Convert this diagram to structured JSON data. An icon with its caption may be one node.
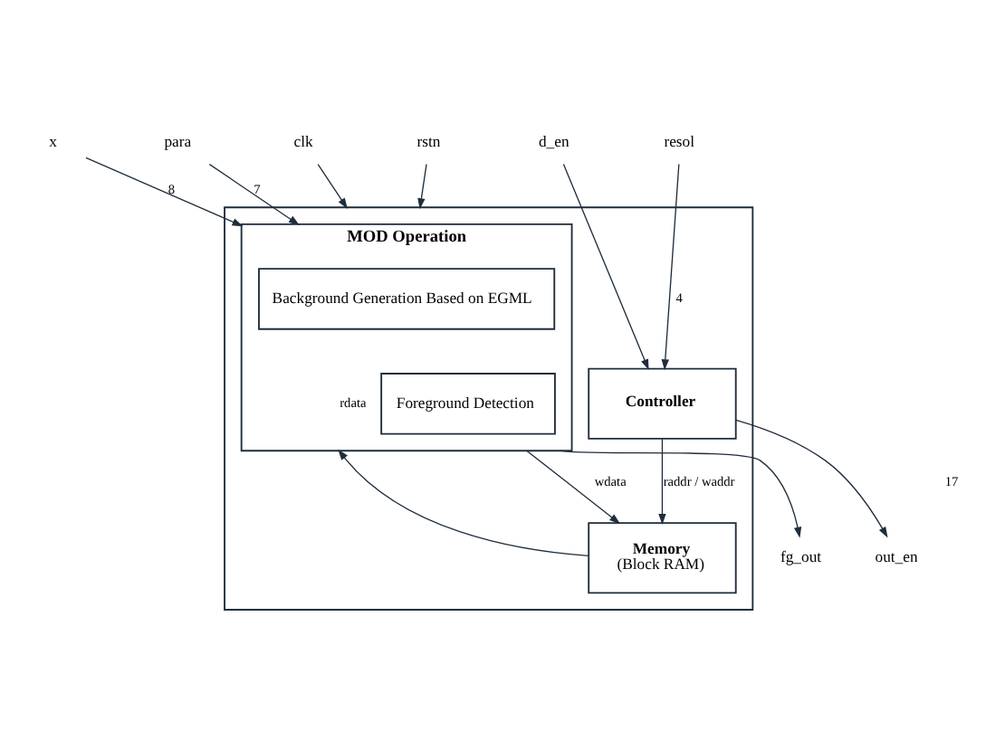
{
  "diagram": {
    "nodes": [
      {
        "text": [],
        "shape": "box"
      },
      {
        "text": [
          "x"
        ]
      },
      {
        "text": [
          "para"
        ]
      },
      {
        "text": [
          "clk"
        ]
      },
      {
        "text": [
          "rstn"
        ]
      },
      {
        "text": [
          "d_en"
        ]
      },
      {
        "text": [
          "resol"
        ]
      },
      {
        "text": [
          "MOD Operation"
        ],
        "in": 0
      },
      {
        "text": [
          "Background Generation Based on EGML"
        ],
        "in": 7
      },
      {
        "text": [
          "Foreground Detection"
        ],
        "in": 7
      },
      {
        "text": [
          "Controller"
        ],
        "in": 0
      },
      {
        "text": [
          "Memory",
          "(Block RAM)"
        ],
        "in": 0
      },
      {
        "text": [
          "fg_out"
        ]
      },
      {
        "text": [
          "out_en"
        ]
      }
    ],
    "edges": [
      {
        "from": 1,
        "to": 7,
        "arrow": "to",
        "label": "8"
      },
      {
        "from": 2,
        "to": 7,
        "arrow": "to",
        "label": "7"
      },
      {
        "from": 3,
        "to": 0,
        "arrow": "to"
      },
      {
        "from": 4,
        "to": 0,
        "arrow": "to"
      },
      {
        "from": 5,
        "to": 10,
        "arrow": "to"
      },
      {
        "from": 6,
        "to": 10,
        "arrow": "to",
        "label": "4"
      },
      {
        "from": 10,
        "to": 11,
        "arrow": "to",
        "label": "raddr / waddr"
      },
      {
        "from": 7,
        "to": 11,
        "arrow": "to",
        "label": "wdata"
      },
      {
        "from": 11,
        "to": 7,
        "arrow": "to",
        "label": "rdata"
      },
      {
        "from": 7,
        "to": 12,
        "arrow": "to"
      },
      {
        "from": 10,
        "to": 13,
        "arrow": "to"
      }
    ],
    "labels": [
      "17"
    ]
  }
}
